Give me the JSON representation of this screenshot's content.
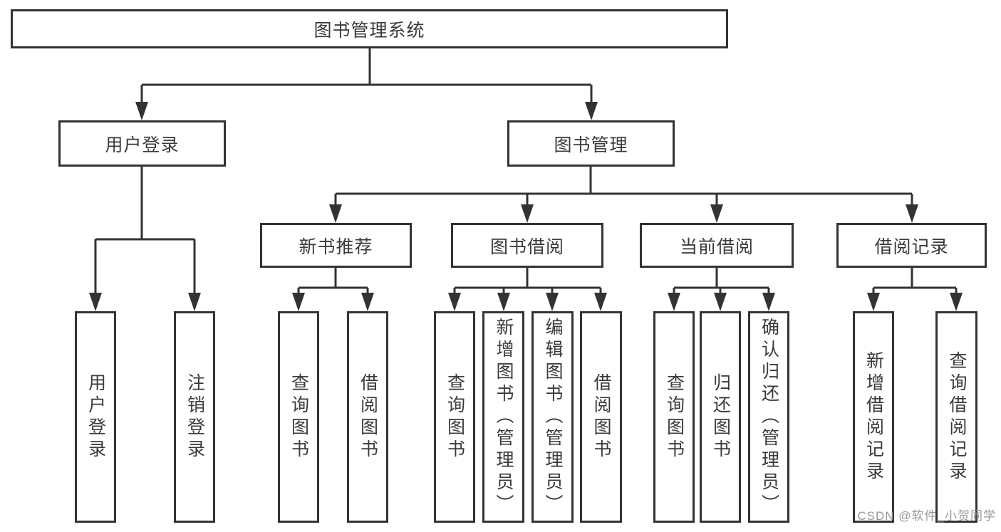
{
  "nodes": {
    "root": "图书管理系统",
    "level2": [
      "用户登录",
      "图书管理"
    ],
    "level3": [
      "新书推荐",
      "图书借阅",
      "当前借阅",
      "借阅记录"
    ],
    "leaves": {
      "login": [
        "用户登录",
        "注销登录"
      ],
      "new_book": [
        "查询图书",
        "借阅图书"
      ],
      "book_borrow": [
        "查询图书",
        "新增图书（管理员）",
        "编辑图书（管理员）",
        "借阅图书"
      ],
      "current_borrow": [
        "查询图书",
        "归还图书",
        "确认归还（管理员）"
      ],
      "borrow_records": [
        "新增借阅记录",
        "查询借阅记录"
      ]
    }
  },
  "colors": {
    "line": "#333333",
    "text": "#3a3a3a",
    "background": "#ffffff",
    "watermark": "#949494"
  },
  "watermark": "CSDN @软件_小贺同学"
}
